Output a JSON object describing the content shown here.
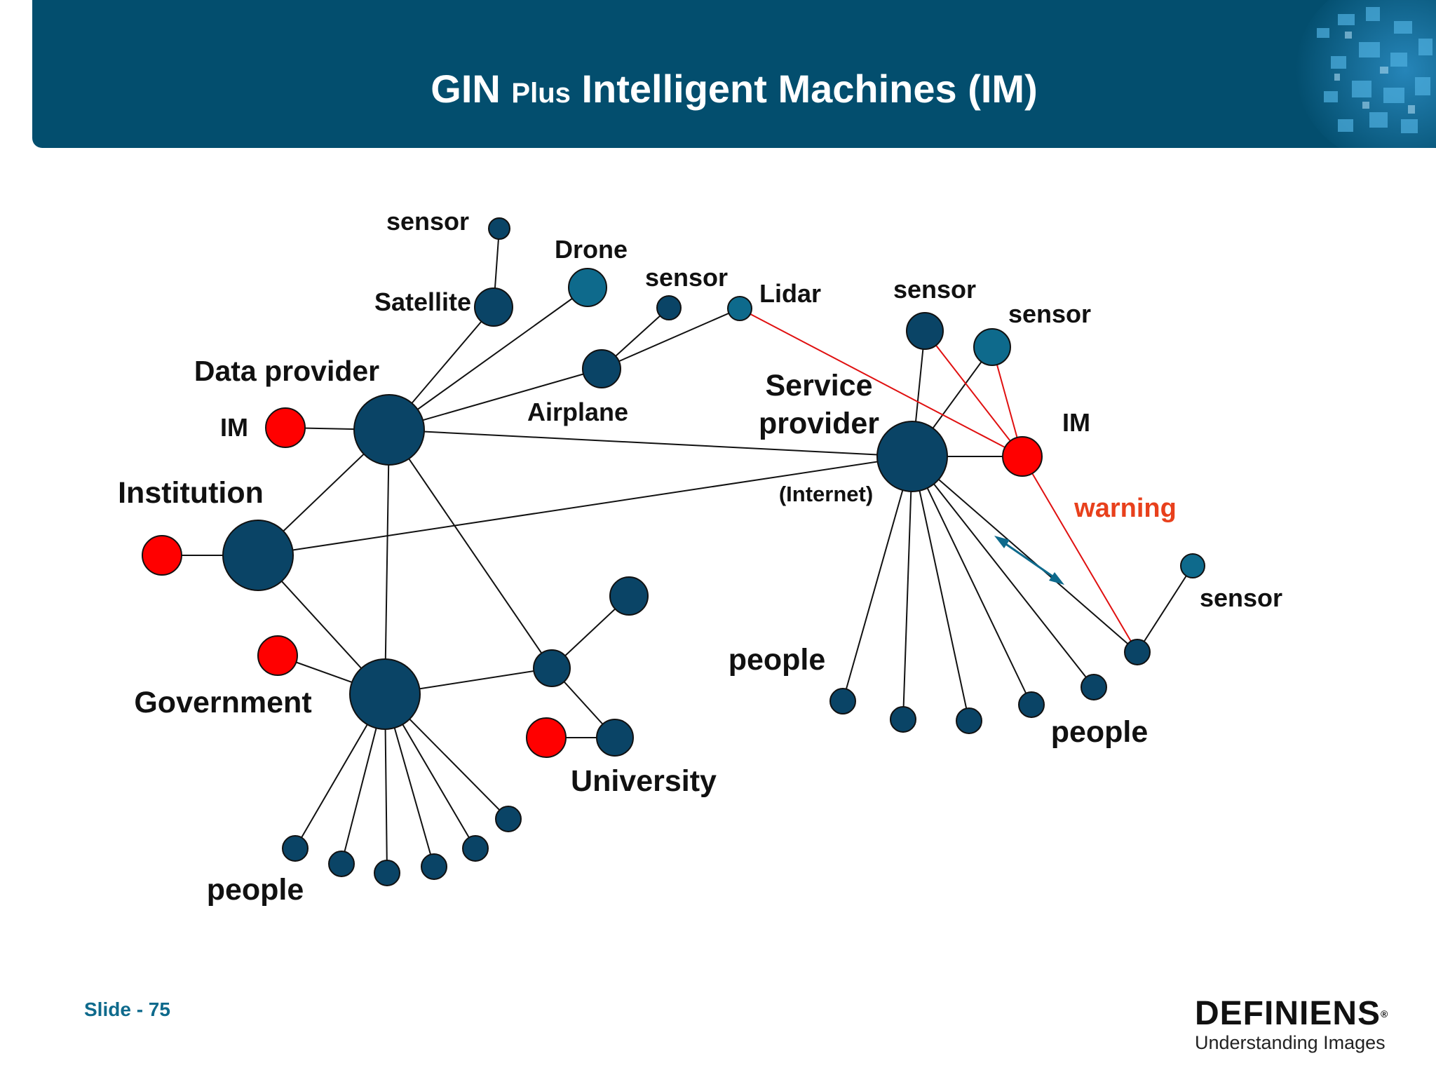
{
  "slide": {
    "title_part1": "GIN",
    "title_part2": "Plus",
    "title_part3": "Intelligent Machines (IM)",
    "slide_number": "Slide - 75"
  },
  "logo": {
    "brand": "DEFINIENS",
    "tagline": "Understanding Images"
  },
  "colors": {
    "header_bg": "#034e6e",
    "node_dark": "#0a4466",
    "node_teal": "#0e6a8c",
    "node_red": "#ff0000",
    "edge_red": "#e01010",
    "warning_text": "#e8401c",
    "arrow": "#0e6a8c"
  },
  "diagram": {
    "labels": {
      "sensor_top": "sensor",
      "drone": "Drone",
      "sensor_airplane": "sensor",
      "lidar": "Lidar",
      "satellite": "Satellite",
      "data_provider": "Data provider",
      "im_left": "IM",
      "airplane": "Airplane",
      "institution": "Institution",
      "government": "Government",
      "university": "University",
      "people_left": "people",
      "service_line1": "Service",
      "service_line2": "provider",
      "internet": "(Internet)",
      "sensor_sp1": "sensor",
      "sensor_sp2": "sensor",
      "im_right": "IM",
      "warning": "warning",
      "sensor_right": "sensor",
      "people_mid": "people",
      "people_right": "people"
    }
  }
}
